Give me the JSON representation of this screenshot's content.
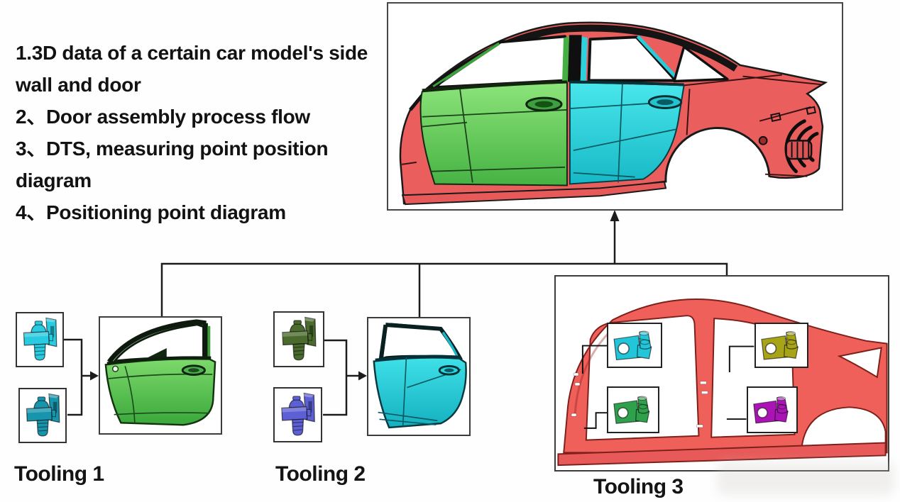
{
  "intro_list": {
    "lines": [
      "1.3D data of a certain car model's side",
      "wall and door",
      "2、Door assembly process flow",
      "3、DTS, measuring point position diagram",
      "4、Positioning point diagram"
    ]
  },
  "toolings": [
    {
      "label": "Tooling 1"
    },
    {
      "label": "Tooling 2"
    },
    {
      "label": "Tooling 3"
    }
  ],
  "icons": {
    "tooling1_top": "pin-clamp-icon",
    "tooling1_bottom": "pin-clamp-icon",
    "tooling2_top": "pin-clamp-icon",
    "tooling2_bottom": "pin-clamp-icon",
    "tooling3": "plate-clamp-icon"
  },
  "colors": {
    "body_red": "#ea5f5e",
    "frame_red": "#ee6059",
    "front_door_green": "#52bb4c",
    "rear_door_cyan": "#25d2dc",
    "tooling1_clamp_top": "#29cbe0",
    "tooling1_clamp_bottom": "#1795ad",
    "tooling2_clamp_top": "#4a6b2d",
    "tooling2_clamp_bottom": "#5d5fd4",
    "tooling3_clamp_top_left": "#23c5d8",
    "tooling3_clamp_top_right": "#a8a418",
    "tooling3_clamp_bottom_left": "#2fa14c",
    "tooling3_clamp_bottom_right": "#ab14b4",
    "connector_line": "#1c1c1c"
  }
}
